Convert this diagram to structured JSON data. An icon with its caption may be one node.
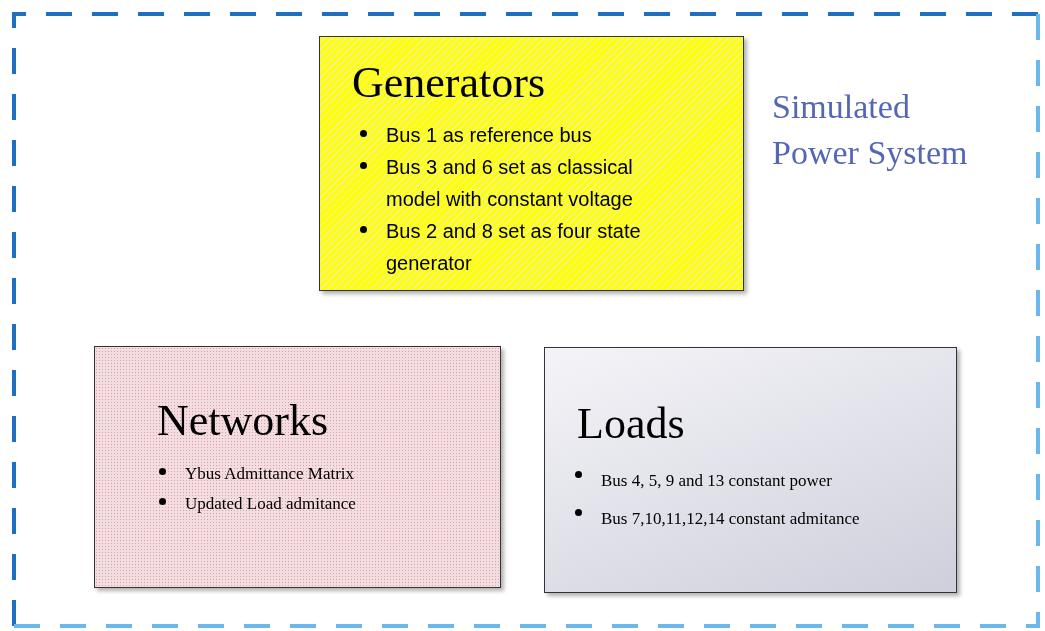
{
  "diagram": {
    "nodes": [
      {
        "text": [
          "Simulated Power System"
        ]
      },
      {
        "text": [
          "Generators",
          "Bus 1 as reference bus",
          "Bus 3 and 6 set as classical model with constant voltage",
          "Bus 2 and 8 set as four state generator"
        ],
        "in": 0
      },
      {
        "text": [
          "Networks",
          "Ybus Admittance Matrix",
          "Updated Load admitance"
        ],
        "in": 0
      },
      {
        "text": [
          "Loads",
          "Bus 4, 5, 9 and 13 constant power",
          "Bus 7,10,11,12,14 constant admitance"
        ],
        "in": 0
      }
    ]
  }
}
